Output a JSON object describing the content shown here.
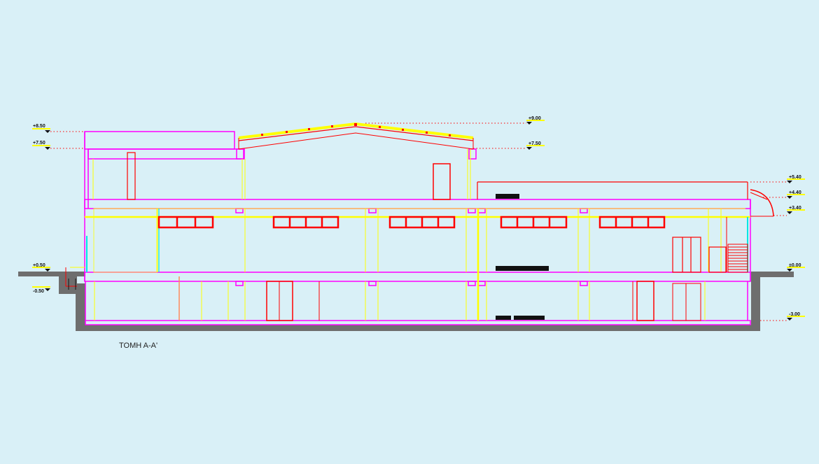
{
  "drawing": {
    "title": "ΤΟΜΗ Α-Α'",
    "levels_left": [
      "+8.50",
      "+7.50",
      "+0.50",
      "-0.50"
    ],
    "levels_right": [
      "+9.00",
      "+7.50",
      "+5.40",
      "+4.40",
      "+3.40",
      "±0.00",
      "-3.00"
    ]
  },
  "colors": {
    "background": "#d9f0f7",
    "slab": "#ff00ff",
    "wall": "#ffff00",
    "opening": "#ff0000",
    "ground": "#6e6e6e",
    "glass": "#00e5e5"
  }
}
